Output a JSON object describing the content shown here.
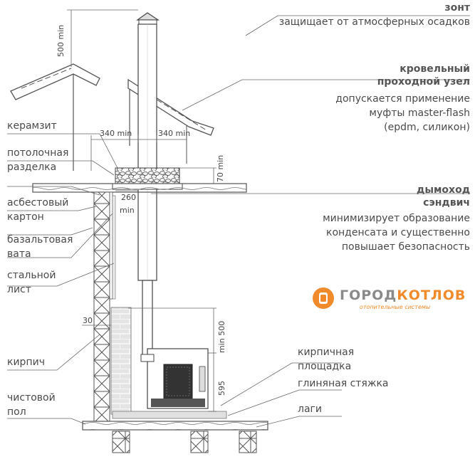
{
  "labels": {
    "zont_title": "зонт",
    "zont_desc": "защищает от атмосферных осадков",
    "roof_title_1": "кровельный",
    "roof_title_2": "проходной узел",
    "roof_desc_1": "допускается применение",
    "roof_desc_2": "муфты master-flash",
    "roof_desc_3": "(epdm, силикон)",
    "chimney_title_1": "дымоход",
    "chimney_title_2": "сэндвич",
    "chimney_desc_1": "минимизирует образование",
    "chimney_desc_2": "конденсата и существенно",
    "chimney_desc_3": "повышает безопасность",
    "keramzit": "керамзит",
    "ceiling_1": "потолочная",
    "ceiling_2": "разделка",
    "asbest_1": "асбестовый",
    "asbest_2": "картон",
    "basalt_1": "базальтовая",
    "basalt_2": "вата",
    "steel_1": "стальной",
    "steel_2": "лист",
    "brick": "кирпич",
    "floor_1": "чистовой",
    "floor_2": "пол",
    "brick_pad_1": "кирпичная",
    "brick_pad_2": "площадка",
    "clay": "глиняная стяжка",
    "lagi": "лаги"
  },
  "dimensions": {
    "d500": "500 min",
    "d340a": "340 min",
    "d340b": "340 min",
    "d70": "70 min",
    "d260": "260",
    "d260min": "min",
    "d30": "30",
    "d500b": "min 500",
    "d595": "595"
  },
  "logo": {
    "text_a": "ГОРОД",
    "text_b": "КОТЛОВ",
    "sub": "отопительные системы"
  },
  "colors": {
    "line": "#555555",
    "accent": "#f08a2a"
  }
}
